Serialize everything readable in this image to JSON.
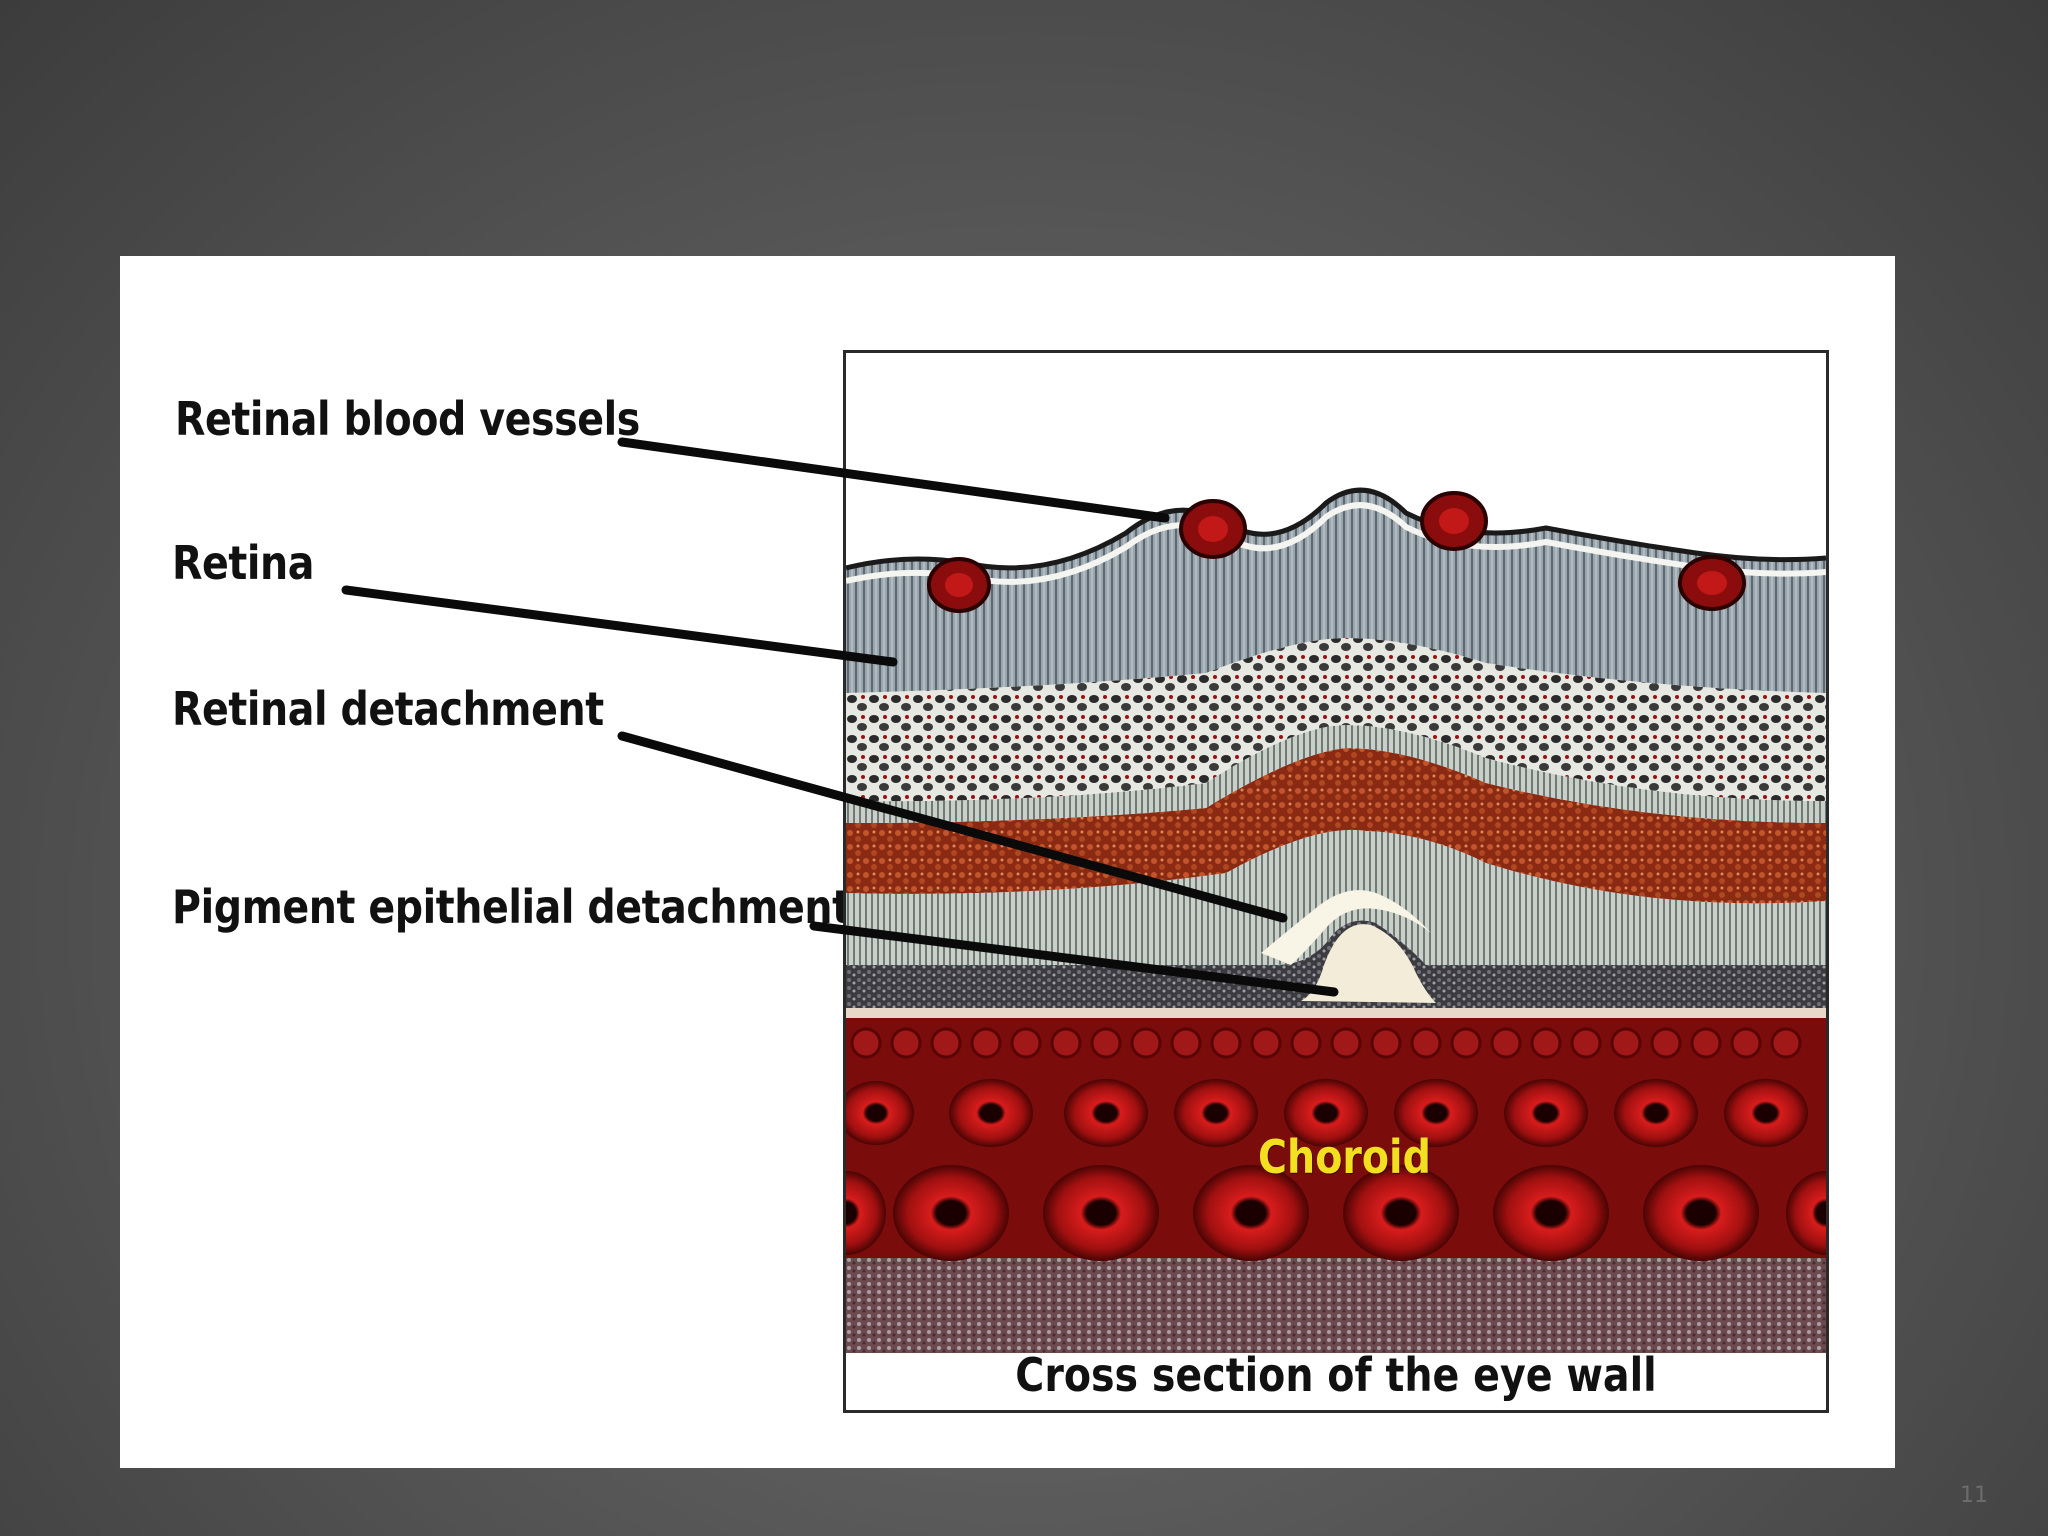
{
  "labels": {
    "retinal_blood_vessels": "Retinal blood vessels",
    "retina": "Retina",
    "retinal_detachment": "Retinal detachment",
    "pigment_epithelial_detachment": "Pigment epithelial detachment",
    "choroid": "Choroid"
  },
  "caption": "Cross section of the eye wall",
  "page_number": "11",
  "colors": {
    "background": "#5a5a5a",
    "panel": "#ffffff",
    "choroid_label": "#f2e020",
    "choroid_tissue": "#7a0c0c",
    "blood_vessel": "#9b1010",
    "retina_gray": "#8e9aa3"
  }
}
